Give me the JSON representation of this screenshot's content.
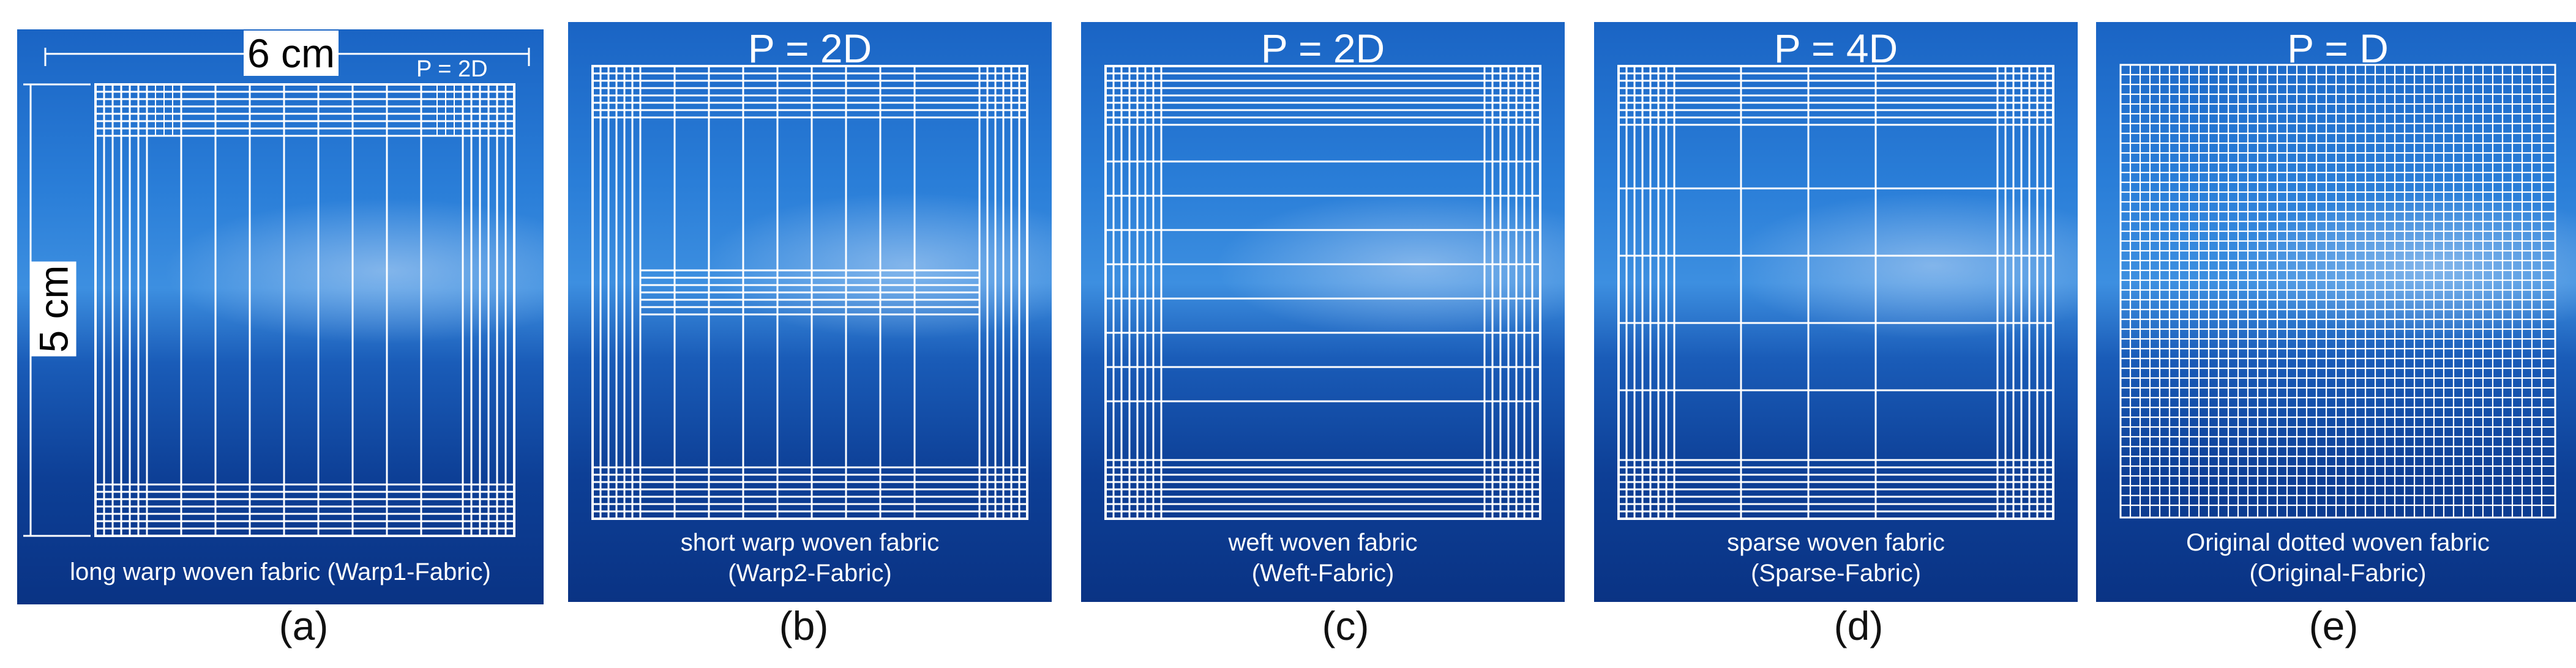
{
  "panels": [
    {
      "id": "a",
      "label": "(a)",
      "title": "",
      "caption_lines": [
        "long warp woven fabric (Warp1-Fabric)"
      ],
      "dim_width": "6 cm",
      "dim_height": "5 cm",
      "pitch_tag": "P = 2D"
    },
    {
      "id": "b",
      "label": "(b)",
      "title": "P = 2D",
      "caption_lines": [
        "short warp woven fabric",
        "(Warp2-Fabric)"
      ]
    },
    {
      "id": "c",
      "label": "(c)",
      "title": "P = 2D",
      "caption_lines": [
        "weft woven fabric",
        "(Weft-Fabric)"
      ]
    },
    {
      "id": "d",
      "label": "(d)",
      "title": "P = 4D",
      "caption_lines": [
        "sparse woven fabric",
        "(Sparse-Fabric)"
      ]
    },
    {
      "id": "e",
      "label": "(e)",
      "title": "P = D",
      "caption_lines": [
        "Original dotted woven fabric",
        "(Original-Fabric)"
      ]
    }
  ],
  "colors": {
    "line": "#ffffff",
    "panel_dark": "#0a3384",
    "panel_light": "#3d8fe0"
  }
}
